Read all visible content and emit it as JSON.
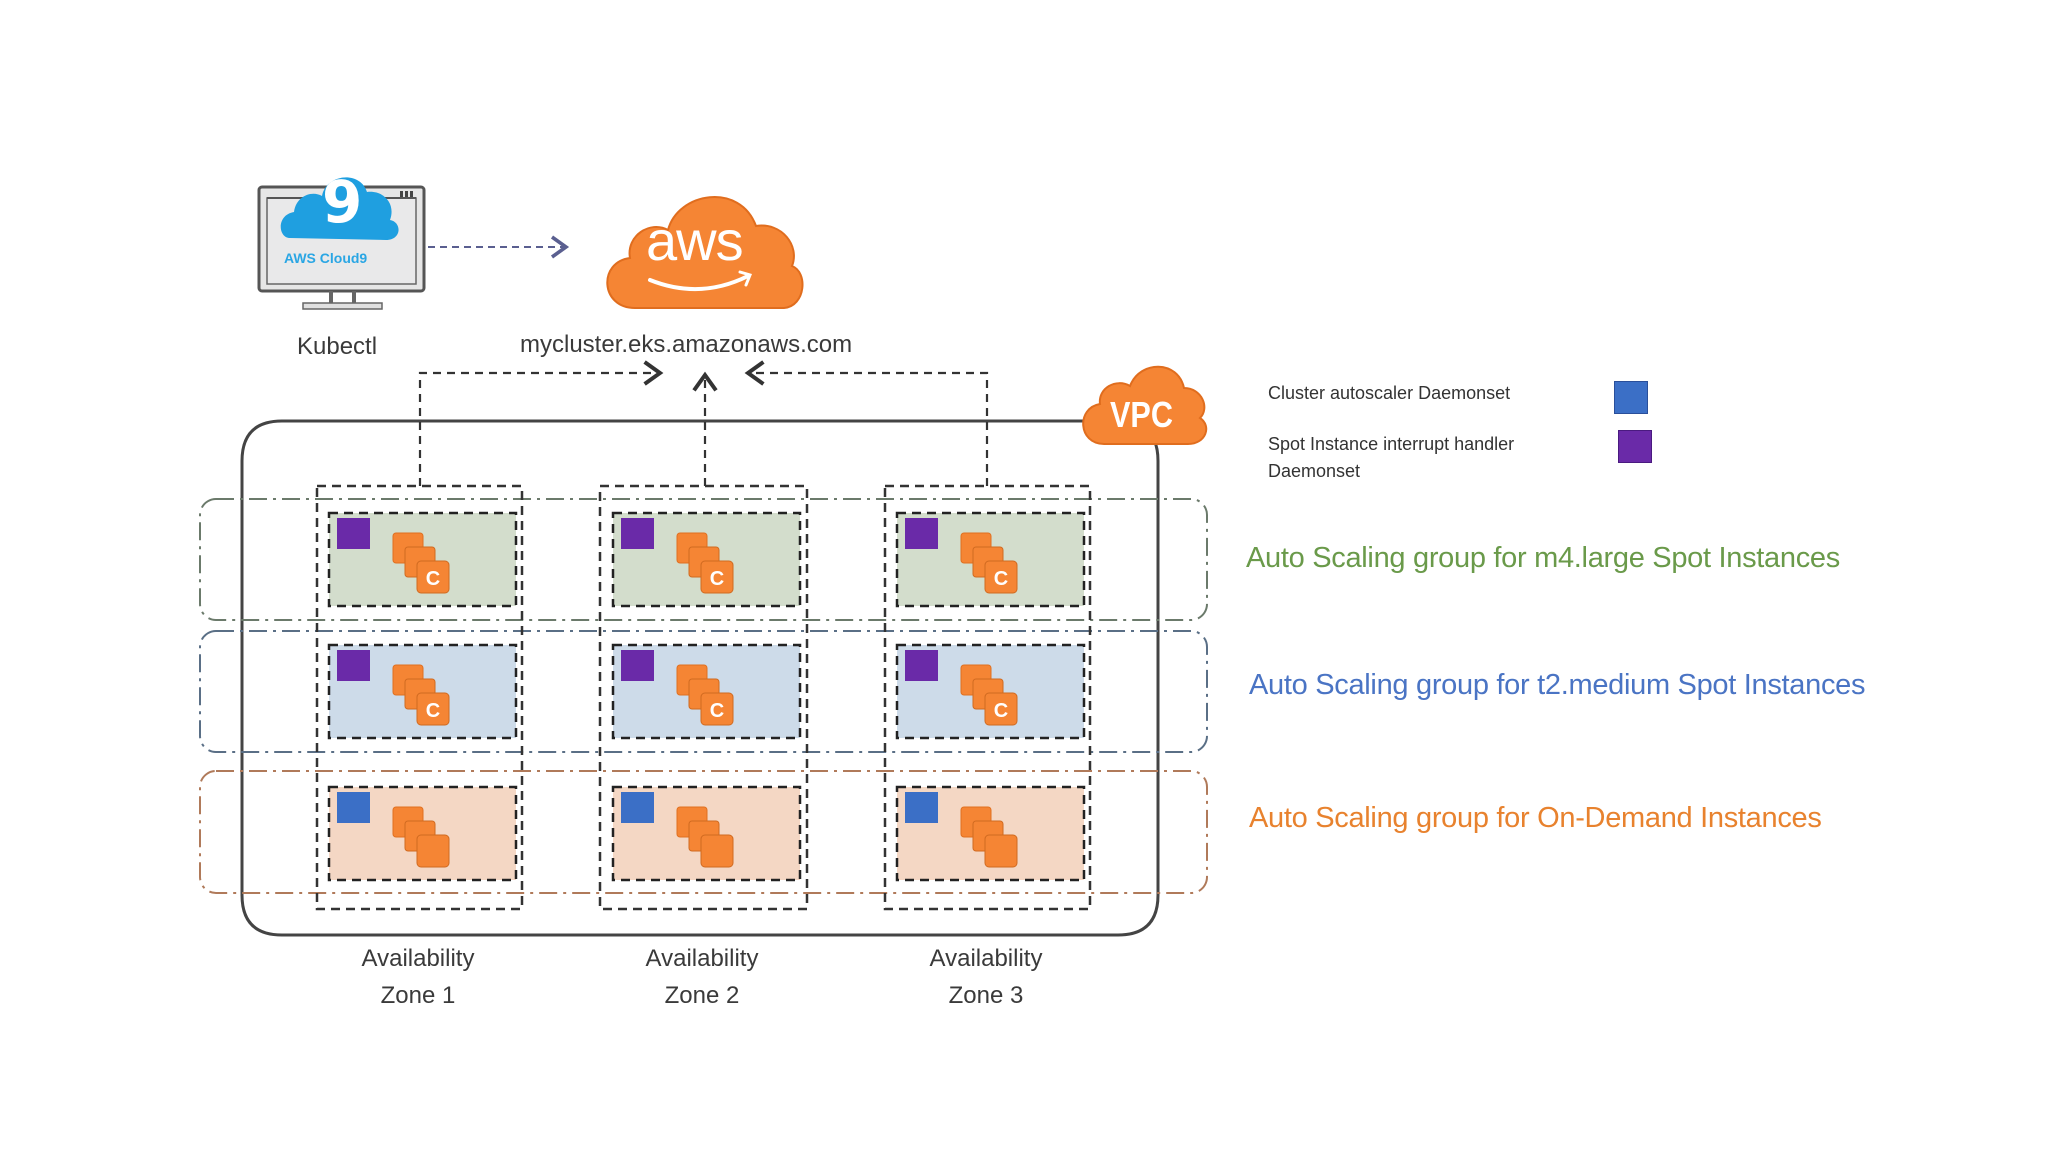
{
  "client": {
    "app_label": "AWS Cloud9",
    "app_glyph": "9",
    "caption": "Kubectl"
  },
  "cluster": {
    "cloud_label": "aws",
    "endpoint": "mycluster.eks.amazonaws.com"
  },
  "vpc": {
    "label": "VPC"
  },
  "legend": {
    "items": [
      {
        "label": "Cluster autoscaler Daemonset",
        "color": "#3b6fc6"
      },
      {
        "label": "Spot Instance interrupt handler Daemonset",
        "label_line1": "Spot Instance interrupt handler",
        "label_line2": "Daemonset",
        "color": "#6a2aa8"
      }
    ]
  },
  "auto_scaling_groups": [
    {
      "label": "Auto Scaling group for m4.large Spot Instances",
      "text_color": "#6a9a4a",
      "border_color": "#6b7a6b",
      "fill": "#d3ddcc",
      "daemonset": "Spot Instance interrupt handler",
      "instance_type": "spot"
    },
    {
      "label": "Auto Scaling group for t2.medium Spot Instances",
      "text_color": "#4a74c4",
      "border_color": "#5a6f86",
      "fill": "#cddbe9",
      "daemonset": "Spot Instance interrupt handler",
      "instance_type": "spot"
    },
    {
      "label": "Auto Scaling group for On-Demand Instances",
      "text_color": "#e8822e",
      "border_color": "#b07a5a",
      "fill": "#f4d7c4",
      "daemonset": "Cluster autoscaler",
      "instance_type": "on-demand"
    }
  ],
  "availability_zones": [
    {
      "line1": "Availability",
      "line2": "Zone 1"
    },
    {
      "line1": "Availability",
      "line2": "Zone 2"
    },
    {
      "line1": "Availability",
      "line2": "Zone 3"
    }
  ],
  "colors": {
    "aws_orange": "#f58534",
    "cloud9_blue": "#1f9fe0",
    "autoscaler_blue": "#3b6fc6",
    "handler_purple": "#6a2aa8"
  }
}
